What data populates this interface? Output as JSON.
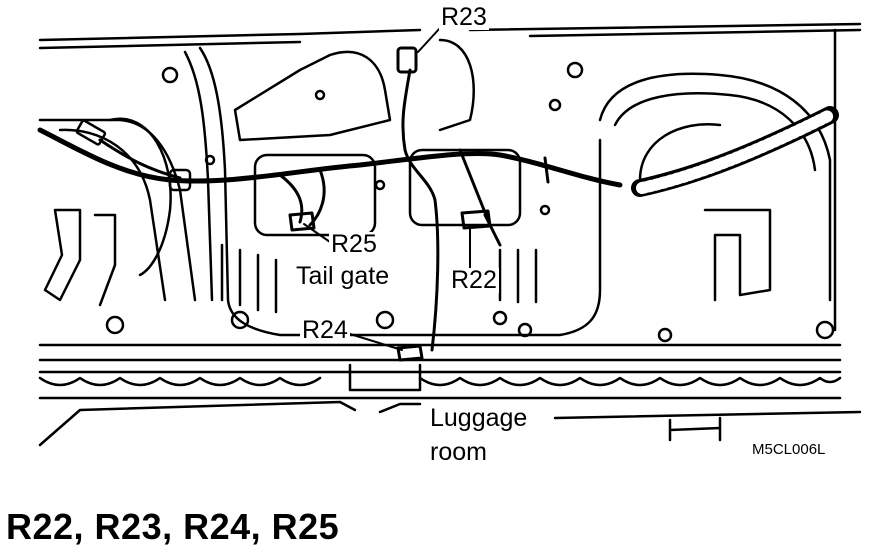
{
  "labels": {
    "r23": "R23",
    "r25": "R25",
    "tail_gate": "Tail gate",
    "r22": "R22",
    "r24": "R24",
    "luggage_line1": "Luggage",
    "luggage_line2": "room",
    "figure_code": "M5CL006L"
  },
  "caption": "R22, R23, R24, R25",
  "colors": {
    "ink": "#000000",
    "paper": "#ffffff"
  }
}
